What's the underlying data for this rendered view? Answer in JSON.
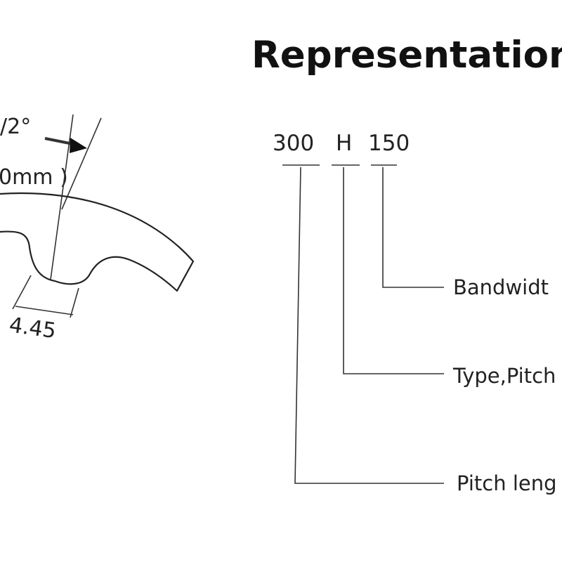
{
  "title": "Representation",
  "code": {
    "length": "300",
    "type": "H",
    "width": "150"
  },
  "callouts": {
    "bandwidth": "Bandwidt",
    "type_pitch": "Type,Pitch",
    "pitch_length": "Pitch leng"
  },
  "tooth_profile": {
    "angle_label": "/2°",
    "pitch_label": "0mm )",
    "depth_label": "4.45"
  },
  "colors": {
    "ink": "#222222",
    "background": "#ffffff"
  }
}
